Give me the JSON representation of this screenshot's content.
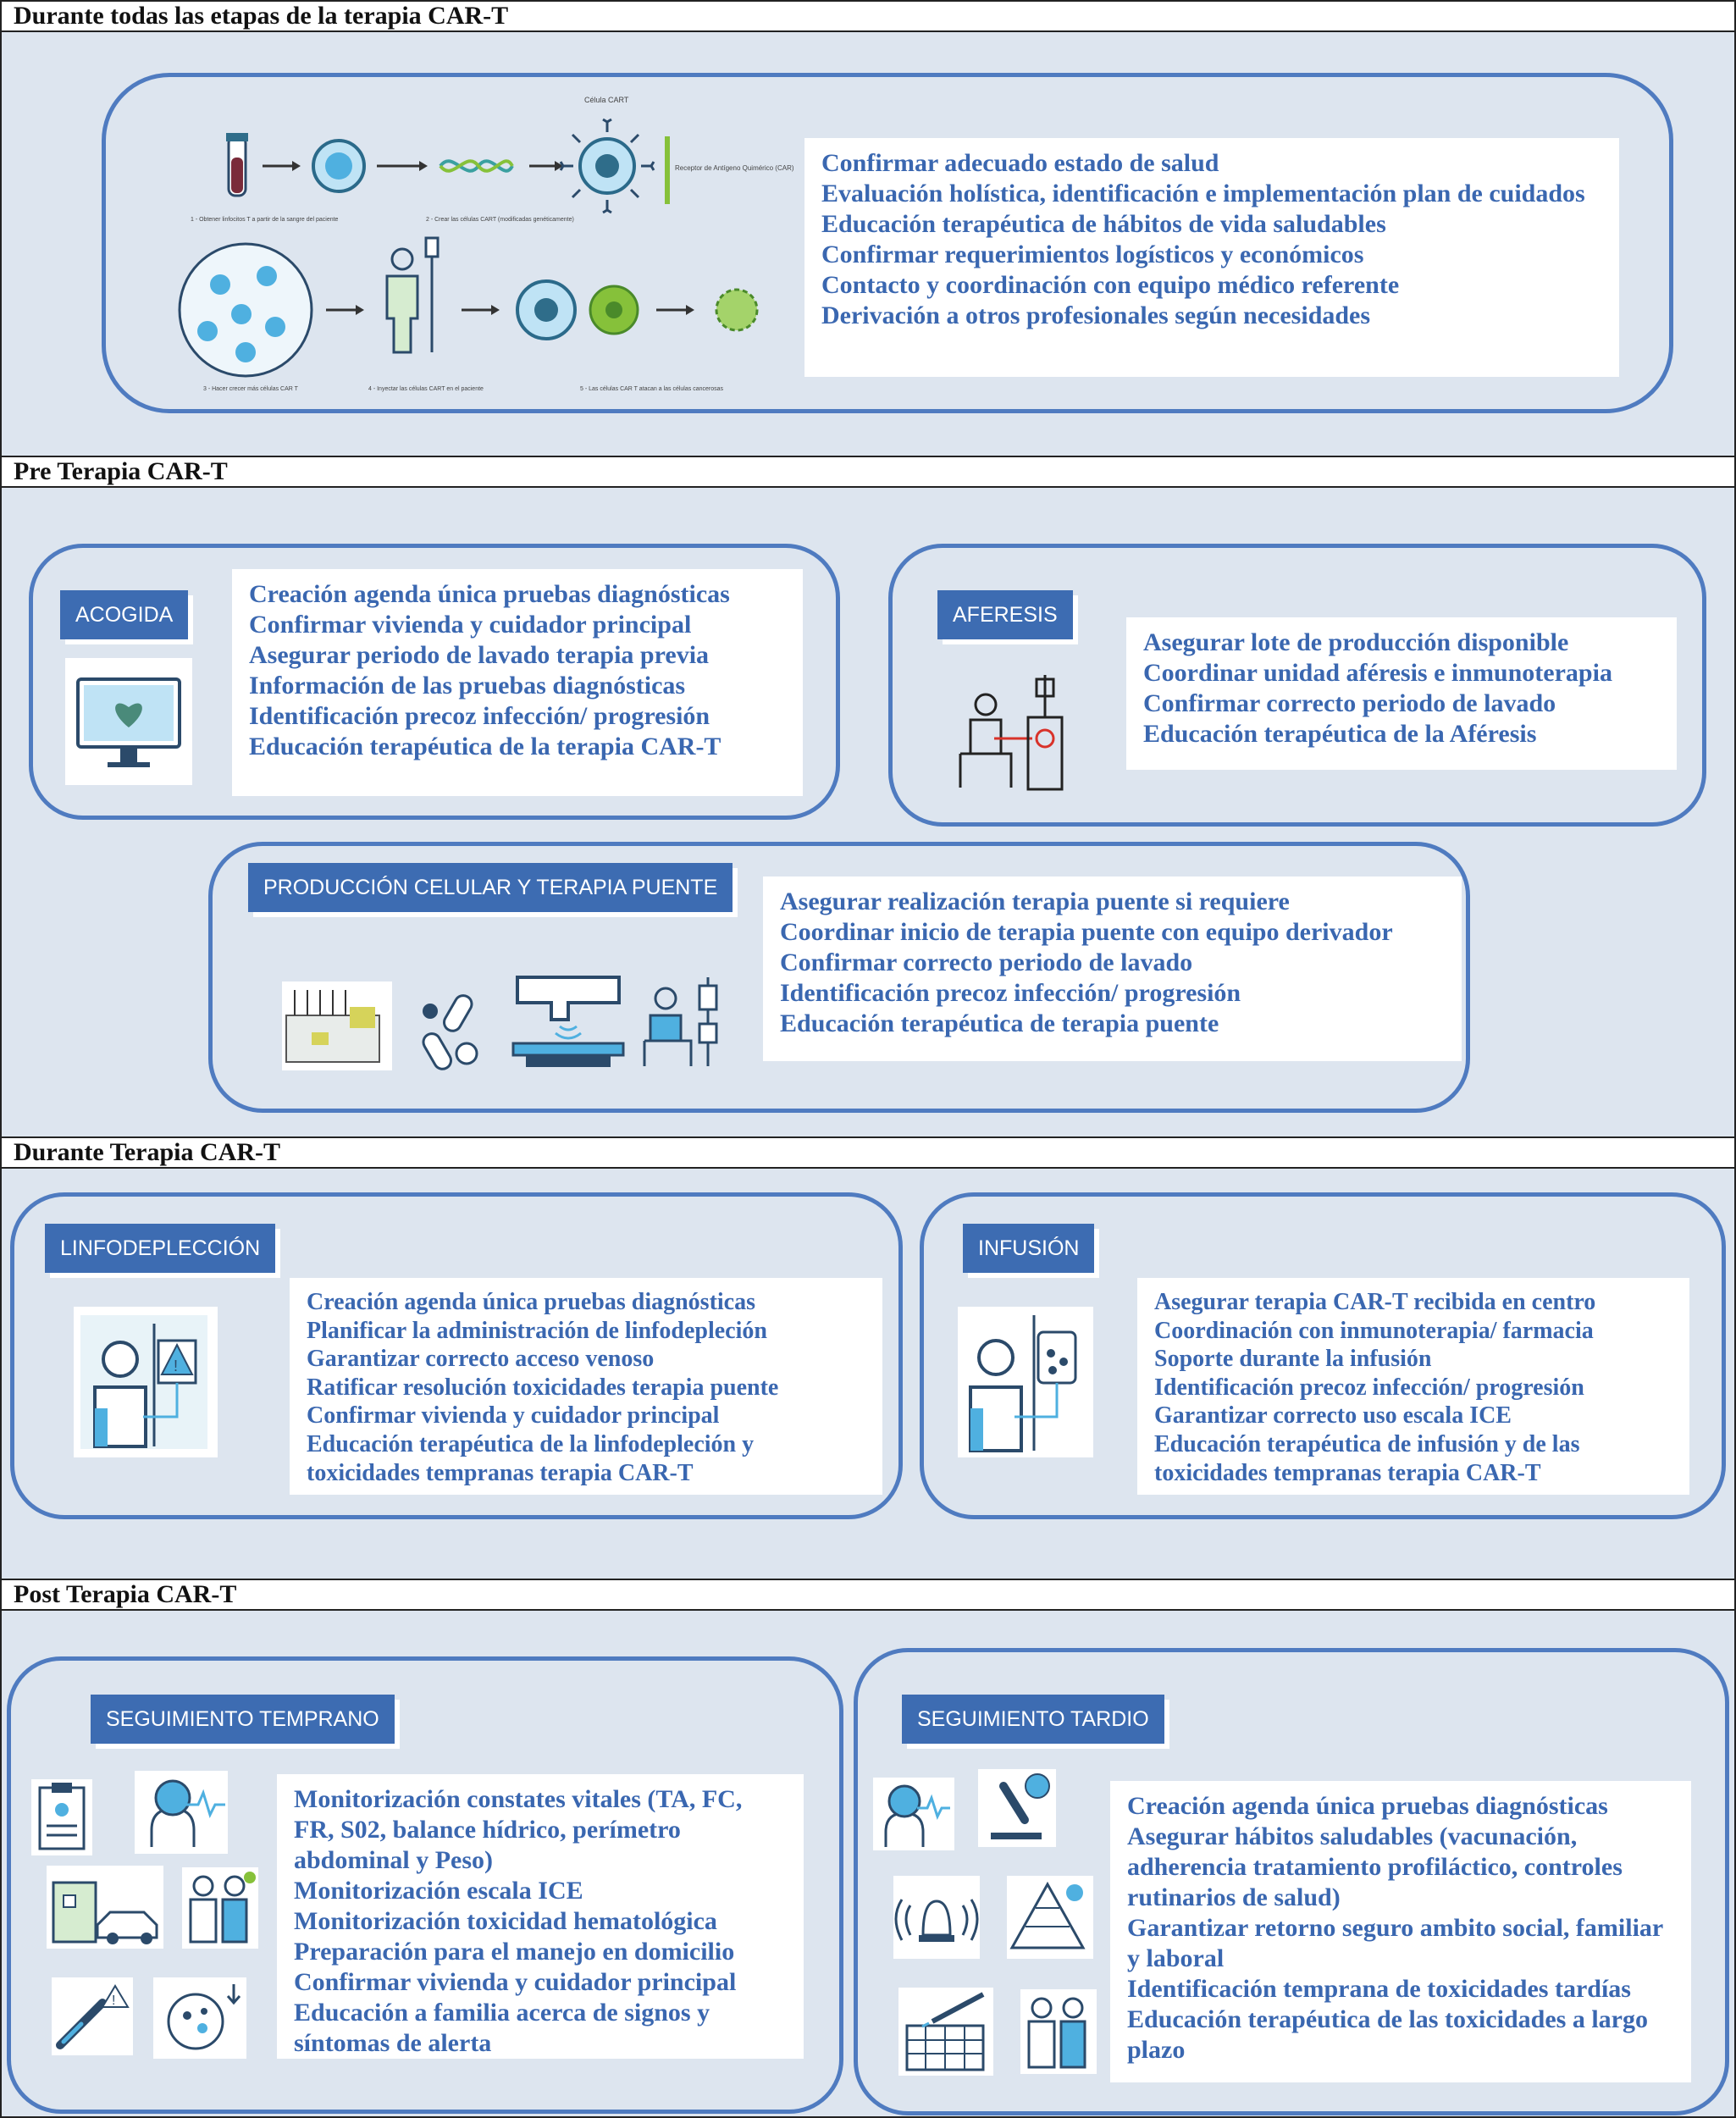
{
  "sections": {
    "all_stages": {
      "title": "Durante todas las etapas de la terapia CAR-T",
      "diagram_labels": {
        "cell_label": "Célula CART",
        "receptor": "Receptor de Antígeno Quimérico (CAR)",
        "step1": "1 - Obtener linfocitos T a partir de la sangre del paciente",
        "step2": "2 - Crear las células CART (modificadas genéticamente)",
        "step3": "3 - Hacer crecer más células CAR T",
        "step4": "4 - Inyectar las células CART en el paciente",
        "step5": "5 - Las células CAR T atacan a las células cancerosas"
      },
      "items": [
        "Confirmar adecuado estado de salud",
        "Evaluación holística, identificación e implementación plan de cuidados",
        "Educación terapéutica de hábitos de vida saludables",
        "Confirmar requerimientos logísticos y económicos",
        "Contacto y coordinación con equipo médico referente",
        "Derivación a otros profesionales según necesidades"
      ]
    },
    "pre": {
      "title": "Pre Terapia CAR-T",
      "acogida": {
        "tag": "ACOGIDA",
        "items": [
          "Creación agenda única pruebas diagnósticas",
          "Confirmar vivienda y cuidador principal",
          "Asegurar periodo de lavado terapia previa",
          "Información de las pruebas diagnósticas",
          "Identificación precoz infección/ progresión",
          "Educación terapéutica de la terapia CAR-T"
        ]
      },
      "aferesis": {
        "tag": "AFERESIS",
        "items": [
          "Asegurar lote de producción disponible",
          "Coordinar unidad aféresis e inmunoterapia",
          "Confirmar correcto periodo de lavado",
          "Educación terapéutica de la Aféresis"
        ]
      },
      "produccion": {
        "tag": "PRODUCCIÓN CELULAR Y TERAPIA PUENTE",
        "items": [
          "Asegurar realización terapia puente si requiere",
          "Coordinar inicio de terapia puente con equipo derivador",
          "Confirmar correcto periodo de lavado",
          "Identificación precoz infección/ progresión",
          "Educación terapéutica de terapia puente"
        ]
      }
    },
    "during": {
      "title": "Durante Terapia CAR-T",
      "linfo": {
        "tag": "LINFODEPLECCIÓN",
        "items": [
          "Creación agenda única pruebas diagnósticas",
          "Planificar la administración de linfodepleción",
          "Garantizar correcto acceso venoso",
          "Ratificar resolución toxicidades terapia puente",
          "Confirmar vivienda y cuidador principal",
          "Educación terapéutica de la linfodepleción y toxicidades tempranas terapia CAR-T"
        ]
      },
      "infusion": {
        "tag": "INFUSIÓN",
        "items": [
          "Asegurar terapia CAR-T recibida en centro",
          "Coordinación con inmunoterapia/ farmacia",
          "Soporte durante la infusión",
          "Identificación precoz infección/ progresión",
          "Garantizar correcto uso escala ICE",
          "Educación terapéutica de infusión y de las toxicidades tempranas terapia CAR-T"
        ]
      }
    },
    "post": {
      "title": "Post Terapia CAR-T",
      "temprano": {
        "tag": "SEGUIMIENTO TEMPRANO",
        "items": [
          "Monitorización constates vitales (TA, FC, FR, S02, balance hídrico, perímetro abdominal y Peso)",
          "Monitorización escala ICE",
          "Monitorización toxicidad hematológica",
          "Preparación para el manejo en domicilio",
          "Confirmar vivienda y cuidador principal",
          "Educación a familia acerca de signos y síntomas de alerta"
        ]
      },
      "tardio": {
        "tag": "SEGUIMIENTO TARDIO",
        "items": [
          "Creación agenda única pruebas diagnósticas",
          "Asegurar hábitos saludables (vacunación, adherencia tratamiento profiláctico, controles rutinarios de salud)",
          "Garantizar retorno seguro ambito social, familiar y laboral",
          "Identificación temprana de toxicidades tardías",
          "Educación terapéutica de las toxicidades a largo plazo"
        ]
      }
    }
  },
  "colors": {
    "accent": "#3d6cb2",
    "border": "#4f7bc0",
    "text_blue": "#3a67b0",
    "background": "#dde5ef"
  },
  "icons": [
    "test-tube-icon",
    "t-cell-icon",
    "dna-icon",
    "car-t-cell-icon",
    "expansion-circle-icon",
    "patient-infusion-icon",
    "cancer-cell-icon",
    "monitor-heart-icon",
    "apheresis-machine-icon",
    "lab-equipment-icon",
    "pills-icon",
    "radiotherapy-machine-icon",
    "patient-chemo-icon",
    "patient-iv-warning-icon",
    "patient-iv-bag-icon",
    "clipboard-icon",
    "patient-heartbeat-icon",
    "house-car-icon",
    "doctor-patient-icon",
    "thermometer-icon",
    "petri-dish-icon",
    "microscope-icon",
    "bell-icon",
    "food-pyramid-icon",
    "vaccine-calendar-icon"
  ]
}
